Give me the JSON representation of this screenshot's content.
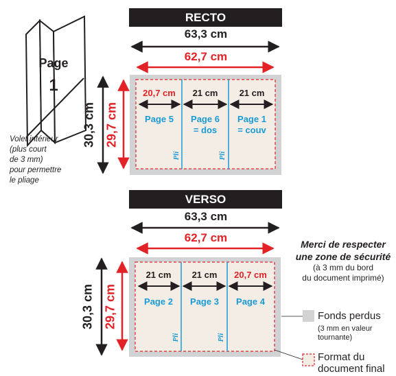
{
  "folded_illustration": {
    "page_label": "Page",
    "page_number": "1",
    "note": [
      "Volet intérieur",
      "(plus court",
      "de 3 mm)",
      "pour permettre",
      "le pliage"
    ]
  },
  "recto": {
    "title": "RECTO",
    "width_bleed": "63,3 cm",
    "width_final": "62,7 cm",
    "height_bleed": "30,3 cm",
    "height_final": "29,7 cm",
    "panels": [
      {
        "width": "20,7 cm",
        "width_color": "red",
        "name_line1": "Page 5",
        "name_line2": ""
      },
      {
        "width": "21 cm",
        "width_color": "black",
        "name_line1": "Page 6",
        "name_line2": "= dos"
      },
      {
        "width": "21 cm",
        "width_color": "black",
        "name_line1": "Page 1",
        "name_line2": "= couv"
      }
    ],
    "fold_label": "Pli"
  },
  "verso": {
    "title": "VERSO",
    "width_bleed": "63,3 cm",
    "width_final": "62,7 cm",
    "height_bleed": "30,3 cm",
    "height_final": "29,7 cm",
    "panels": [
      {
        "width": "21 cm",
        "width_color": "black",
        "name_line1": "Page 2",
        "name_line2": ""
      },
      {
        "width": "21 cm",
        "width_color": "black",
        "name_line1": "Page 3",
        "name_line2": ""
      },
      {
        "width": "20,7 cm",
        "width_color": "red",
        "name_line1": "Page 4",
        "name_line2": ""
      }
    ],
    "fold_label": "Pli"
  },
  "safety": {
    "title_line1": "Merci de respecter",
    "title_line2": "une zone de sécurité",
    "sub_line1": "(à 3 mm du bord",
    "sub_line2": "du document imprimé)"
  },
  "legend": {
    "bleed_title": "Fonds perdus",
    "bleed_sub1": "(3 mm en valeur",
    "bleed_sub2": "tournante)",
    "final_title1": "Format du",
    "final_title2": "document final"
  },
  "colors": {
    "black": "#231f20",
    "red": "#e32227",
    "blue": "#1a9ad6",
    "bleed_grey": "#d1d2d3",
    "paper": "#f3ede6"
  }
}
